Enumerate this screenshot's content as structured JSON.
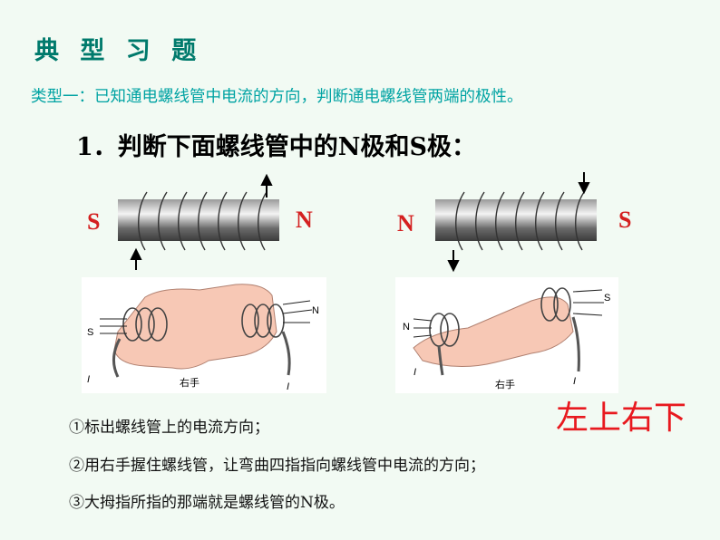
{
  "colors": {
    "background": "#f2faf3",
    "heading": "#007a6c",
    "type_line": "#00a3a3",
    "pole_red": "#d42020",
    "answer_red": "#e8191f",
    "hand_fill": "#f7c8b5"
  },
  "heading": "典 型 习 题",
  "type_line": "类型一：已知通电螺线管中电流的方向，判断通电螺线管两端的极性。",
  "question": "1．判断下面螺线管中的N极和S极：",
  "solenoid_left": {
    "left_pole": "S",
    "right_pole": "N"
  },
  "solenoid_right": {
    "left_pole": "N",
    "right_pole": "S"
  },
  "hand_left": {
    "caption": "右手",
    "label_n": "N",
    "label_s": "S",
    "label_i_left": "I",
    "label_i_right": "I"
  },
  "hand_right": {
    "caption": "右手",
    "label_n": "N",
    "label_s": "S",
    "label_i_left": "I",
    "label_i_right": "I"
  },
  "steps": [
    "①标出螺线管上的电流方向；",
    "②用右手握住螺线管，让弯曲四指指向螺线管中电流的方向；",
    "③大拇指所指的那端就是螺线管的N极。"
  ],
  "answer": "左上右下"
}
